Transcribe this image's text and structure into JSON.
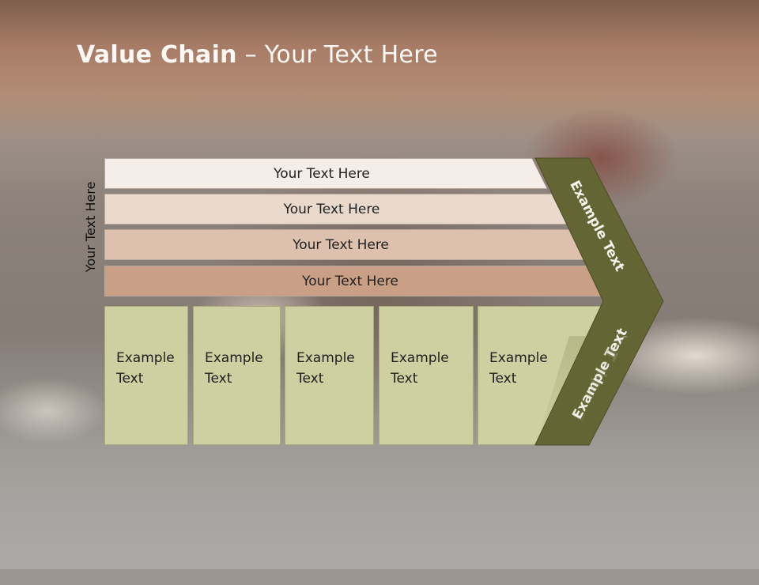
{
  "slide": {
    "title_bold": "Value Chain",
    "title_rest": " – Your Text Here",
    "side_label": "Your Text Here"
  },
  "bands": [
    {
      "label": "Your Text Here",
      "color": "#f4ede8"
    },
    {
      "label": "Your Text Here",
      "color": "#ead9cd"
    },
    {
      "label": "Your Text Here",
      "color": "#ddc1ae"
    },
    {
      "label": "Your Text Here",
      "color": "#c99f86"
    }
  ],
  "boxes": [
    {
      "line1": "Example",
      "line2": "Text"
    },
    {
      "line1": "Example",
      "line2": "Text"
    },
    {
      "line1": "Example",
      "line2": "Text"
    },
    {
      "line1": "Example",
      "line2": "Text"
    },
    {
      "line1": "Example",
      "line2": "Text"
    }
  ],
  "chevron": {
    "upper_label": "Example Text",
    "lower_label": "Example Text",
    "color": "#636634"
  },
  "box_color": "#cfd0a1"
}
